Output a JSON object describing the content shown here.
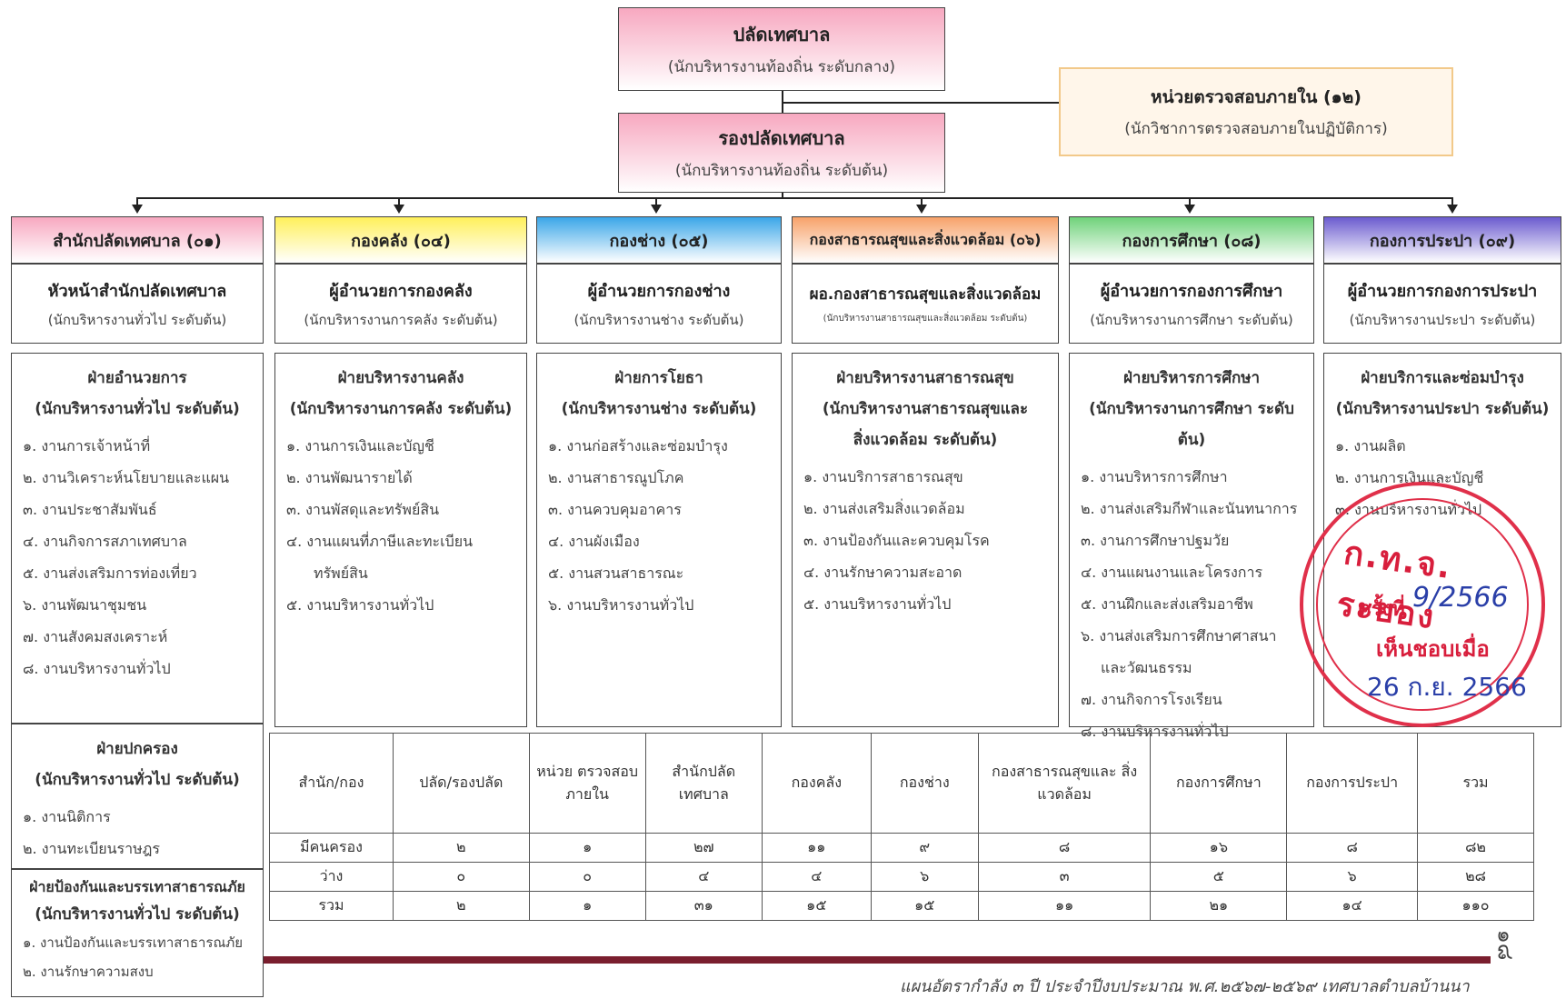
{
  "top": {
    "mayor_clerk": {
      "title": "ปลัดเทศบาล",
      "sub": "(นักบริหารงานท้องถิ่น  ระดับกลาง)"
    },
    "deputy_clerk": {
      "title": "รองปลัดเทศบาล",
      "sub": "(นักบริหารงานท้องถิ่น  ระดับต้น)"
    },
    "audit_unit": {
      "title": "หน่วยตรวจสอบภายใน (๑๒)",
      "sub": "(นักวิชาการตรวจสอบภายในปฏิบัติการ)"
    }
  },
  "colors": {
    "pink": "#f7a8c0",
    "yellow": "#fff05a",
    "blue": "#3aa6e8",
    "orange": "#f7a26a",
    "green": "#6fd27a",
    "purple": "#6b5bcf",
    "audit_border": "#f2c98a",
    "audit_bg": "#fff6ea"
  },
  "departments": [
    {
      "header": "สำนักปลัดเทศบาล (๐๑)",
      "head": "หัวหน้าสำนักปลัดเทศบาล",
      "head_sub": "(นักบริหารงานทั่วไป ระดับต้น)",
      "section_title": "ฝ่ายอำนวยการ",
      "section_sub": "(นักบริหารงานทั่วไป ระดับต้น)",
      "items": [
        "๑. งานการเจ้าหน้าที่",
        "๒. งานวิเคราะห์นโยบายและแผน",
        "๓. งานประชาสัมพันธ์",
        "๔. งานกิจการสภาเทศบาล",
        "๕. งานส่งเสริมการท่องเที่ยว",
        "๖. งานพัฒนาชุมชน",
        "๗. งานสังคมสงเคราะห์",
        "๘. งานบริหารงานทั่วไป"
      ]
    },
    {
      "header": "กองคลัง (๐๔)",
      "head": "ผู้อำนวยการกองคลัง",
      "head_sub": "(นักบริหารงานการคลัง ระดับต้น)",
      "section_title": "ฝ่ายบริหารงานคลัง",
      "section_sub": "(นักบริหารงานการคลัง ระดับต้น)",
      "items": [
        "๑. งานการเงินและบัญชี",
        "๒. งานพัฒนารายได้",
        "๓. งานพัสดุและทรัพย์สิน",
        "๔. งานแผนที่ภาษีและทะเบียน",
        "ทรัพย์สิน",
        "๕. งานบริหารงานทั่วไป"
      ]
    },
    {
      "header": "กองช่าง (๐๕)",
      "head": "ผู้อำนวยการกองช่าง",
      "head_sub": "(นักบริหารงานช่าง ระดับต้น)",
      "section_title": "ฝ่ายการโยธา",
      "section_sub": "(นักบริหารงานช่าง ระดับต้น)",
      "items": [
        "๑. งานก่อสร้างและซ่อมบำรุง",
        "๒. งานสาธารณูปโภค",
        "๓. งานควบคุมอาคาร",
        "๔. งานผังเมือง",
        "๕. งานสวนสาธารณะ",
        "๖. งานบริหารงานทั่วไป"
      ]
    },
    {
      "header": "กองสาธารณสุขและสิ่งแวดล้อม (๐๖)",
      "head": "ผอ.กองสาธารณสุขและสิ่งแวดล้อม",
      "head_sub": "(นักบริหารงานสาธารณสุขและสิ่งแวดล้อม ระดับต้น)",
      "section_title": "ฝ่ายบริหารงานสาธารณสุข",
      "section_sub": "(นักบริหารงานสาธารณสุขและ",
      "section_sub2": "สิ่งแวดล้อม ระดับต้น)",
      "items": [
        "๑. งานบริการสาธารณสุข",
        "๒. งานส่งเสริมสิ่งแวดล้อม",
        "๓. งานป้องกันและควบคุมโรค",
        "๔. งานรักษาความสะอาด",
        "๕. งานบริหารงานทั่วไป"
      ]
    },
    {
      "header": "กองการศึกษา (๐๘)",
      "head": "ผู้อำนวยการกองการศึกษา",
      "head_sub": "(นักบริหารงานการศึกษา ระดับต้น)",
      "section_title": "ฝ่ายบริหารการศึกษา",
      "section_sub": "(นักบริหารงานการศึกษา ระดับต้น)",
      "items": [
        "๑. งานบริหารการศึกษา",
        "๒. งานส่งเสริมกีฬาและนันทนาการ",
        "๓. งานการศึกษาปฐมวัย",
        "๔. งานแผนงานและโครงการ",
        "๕. งานฝึกและส่งเสริมอาชีพ",
        "๖. งานส่งเสริมการศึกษาศาสนา",
        "และวัฒนธรรม",
        "๗. งานกิจการโรงเรียน",
        "๘. งานบริหารงานทั่วไป"
      ]
    },
    {
      "header": "กองการประปา (๐๙)",
      "head": "ผู้อำนวยการกองการประปา",
      "head_sub": "(นักบริหารงานประปา ระดับต้น)",
      "section_title": "ฝ่ายบริการและซ่อมบำรุง",
      "section_sub": "(นักบริหารงานประปา ระดับต้น)",
      "items": [
        "๑. งานผลิต",
        "๒. งานการเงินและบัญชี",
        "๓. งานบริหารงานทั่วไป"
      ]
    }
  ],
  "extra_sections": [
    {
      "title": "ฝ่ายปกครอง",
      "sub": "(นักบริหารงานทั่วไป ระดับต้น)",
      "items": [
        "๑. งานนิติการ",
        "๒. งานทะเบียนราษฎร"
      ]
    },
    {
      "title": "ฝ่ายป้องกันและบรรเทาสาธารณภัย",
      "sub": "(นักบริหารงานทั่วไป ระดับต้น)",
      "items": [
        "๑. งานป้องกันและบรรเทาสาธารณภัย",
        "๒. งานรักษาความสงบ"
      ]
    }
  ],
  "table": {
    "headers": [
      "สำนัก/กอง",
      "ปลัด/รองปลัด",
      "หน่วย ตรวจสอบ ภายใน",
      "สำนักปลัด เทศบาล",
      "กองคลัง",
      "กองช่าง",
      "กองสาธารณสุขและ สิ่งแวดล้อม",
      "กองการศึกษา",
      "กองการประปา",
      "รวม"
    ],
    "rows": [
      [
        "มีคนครอง",
        "๒",
        "๑",
        "๒๗",
        "๑๑",
        "๙",
        "๘",
        "๑๖",
        "๘",
        "๘๒"
      ],
      [
        "ว่าง",
        "๐",
        "๐",
        "๔",
        "๔",
        "๖",
        "๓",
        "๕",
        "๖",
        "๒๘"
      ],
      [
        "รวม",
        "๒",
        "๑",
        "๓๑",
        "๑๕",
        "๑๕",
        "๑๑",
        "๒๑",
        "๑๔",
        "๑๑๐"
      ]
    ]
  },
  "stamp": {
    "title": "ก.ท.จ. ระยอง",
    "time_label": "ครั้งที่",
    "time_value": "9/2566",
    "ack": "เห็นชอบเมื่อ",
    "date": "26 ก.ย. 2566"
  },
  "footer": "แผนอัตรากำลัง ๓ ปี ประจำปีงบประมาณ พ.ศ.๒๕๖๗-๒๕๖๙ เทศบาลตำบลบ้านนา",
  "page_number": "๑๘"
}
